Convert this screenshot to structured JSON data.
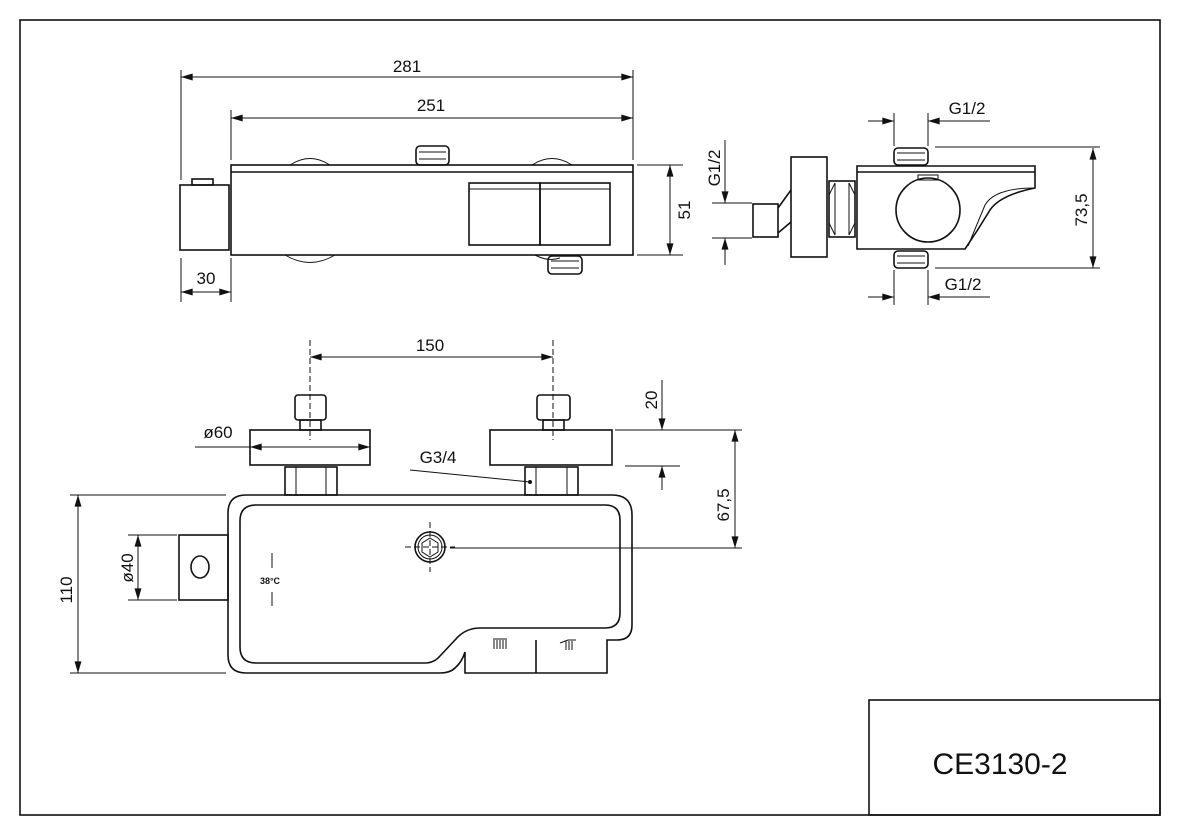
{
  "drawing": {
    "model_code": "CE3130-2",
    "top_view": {
      "overall_length": "281",
      "body_length": "251",
      "height": "51",
      "side_block": "30"
    },
    "side_view": {
      "top_thread": "G1/2",
      "bottom_thread": "G1/2",
      "left_thread": "G1/2",
      "depth": "73,5"
    },
    "front_view": {
      "center_distance": "150",
      "flange_diameter": "ø60",
      "nut_thread": "G3/4",
      "nipple_length": "20",
      "knob_offset": "67,5",
      "height": "110",
      "side_diameter": "ø40",
      "temperature_label": "38°C"
    }
  },
  "colors": {
    "line": "#111111",
    "background": "#ffffff"
  }
}
